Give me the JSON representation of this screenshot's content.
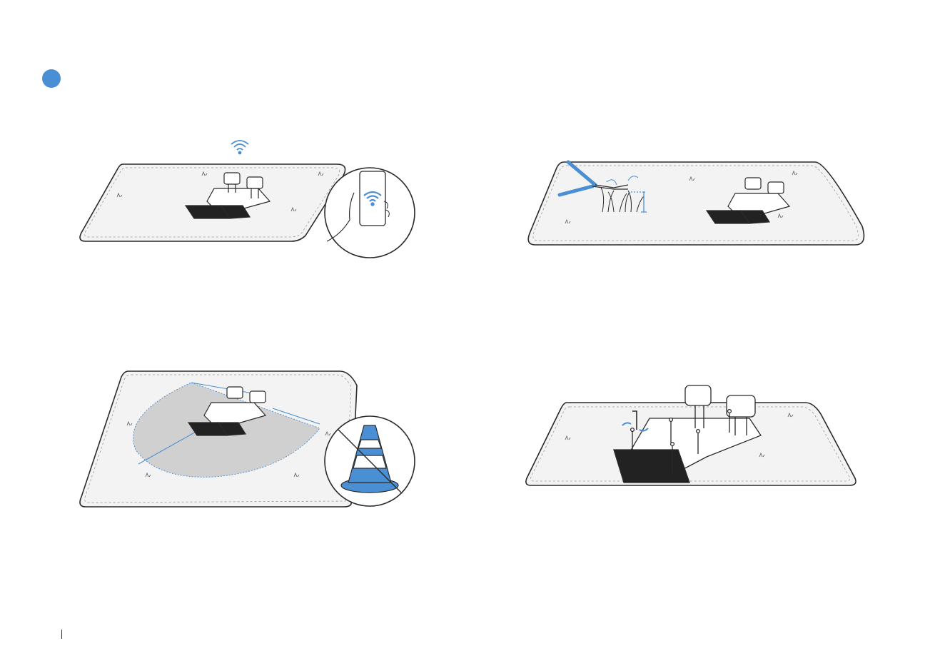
{
  "colors": {
    "accent": "#4a8fd4",
    "lawn_fill": "#f3f3f3",
    "outline": "#2a2a2a",
    "shade": "#d0d0d0",
    "cone_stripe": "#ffffff"
  },
  "icons": {
    "step_marker": "step-circle",
    "wifi": "wifi-icon",
    "phone": "phone-icon",
    "shears": "hedge-shears-icon",
    "cone": "traffic-cone-icon",
    "hex_key": "hex-key-icon",
    "stake": "ground-stake-icon"
  },
  "panels": [
    {
      "id": "wifi-coverage",
      "has_callout": true
    },
    {
      "id": "grass-height",
      "has_callout": false
    },
    {
      "id": "clear-area",
      "has_callout": true
    },
    {
      "id": "fix-station",
      "has_callout": false
    }
  ]
}
